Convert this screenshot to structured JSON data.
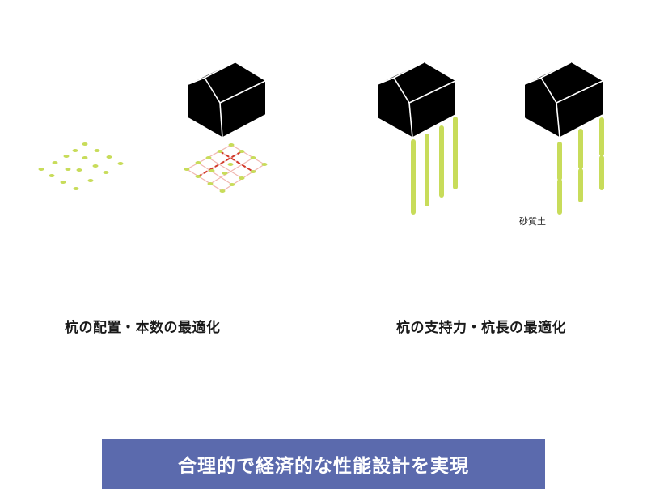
{
  "captions": {
    "left": "杭の配置・本数の最適化",
    "right": "杭の支持力・杭長の最適化"
  },
  "soil_label": "砂質土",
  "banner": {
    "text": "合理的で経済的な性能設計を実現"
  },
  "colors": {
    "house": "#000000",
    "pile": "#c8dc5a",
    "grid_line": "#f0b7b0",
    "grid_red": "#d23a2a",
    "banner_bg": "#5b6aad",
    "banner_text": "#ffffff"
  }
}
